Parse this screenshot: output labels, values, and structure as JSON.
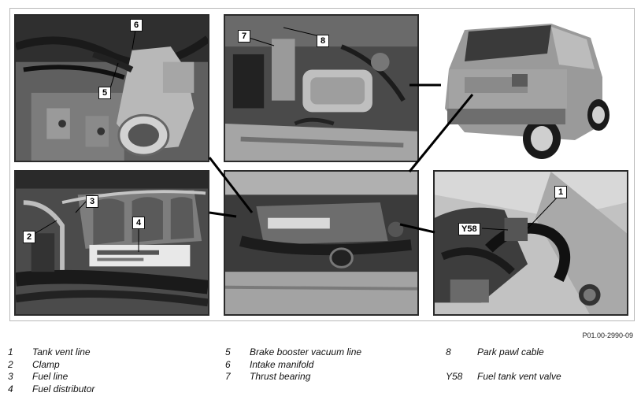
{
  "figure": {
    "reference": "P01.00-2990-09",
    "callouts": {
      "c1": "1",
      "c2": "2",
      "c3": "3",
      "c4": "4",
      "c5": "5",
      "c6": "6",
      "c7": "7",
      "c8": "8",
      "y58": "Y58"
    }
  },
  "legend": {
    "col1": [
      {
        "num": "1",
        "label": "Tank vent line"
      },
      {
        "num": "2",
        "label": "Clamp"
      },
      {
        "num": "3",
        "label": "Fuel line"
      },
      {
        "num": "4",
        "label": "Fuel distributor"
      }
    ],
    "col2": [
      {
        "num": "5",
        "label": "Brake booster vacuum line"
      },
      {
        "num": "6",
        "label": "Intake manifold"
      },
      {
        "num": "7",
        "label": "Thrust bearing"
      }
    ],
    "col3": [
      {
        "num": "8",
        "label": "Park pawl cable"
      },
      {
        "num": "Y58",
        "label": "Fuel tank vent valve"
      }
    ]
  }
}
